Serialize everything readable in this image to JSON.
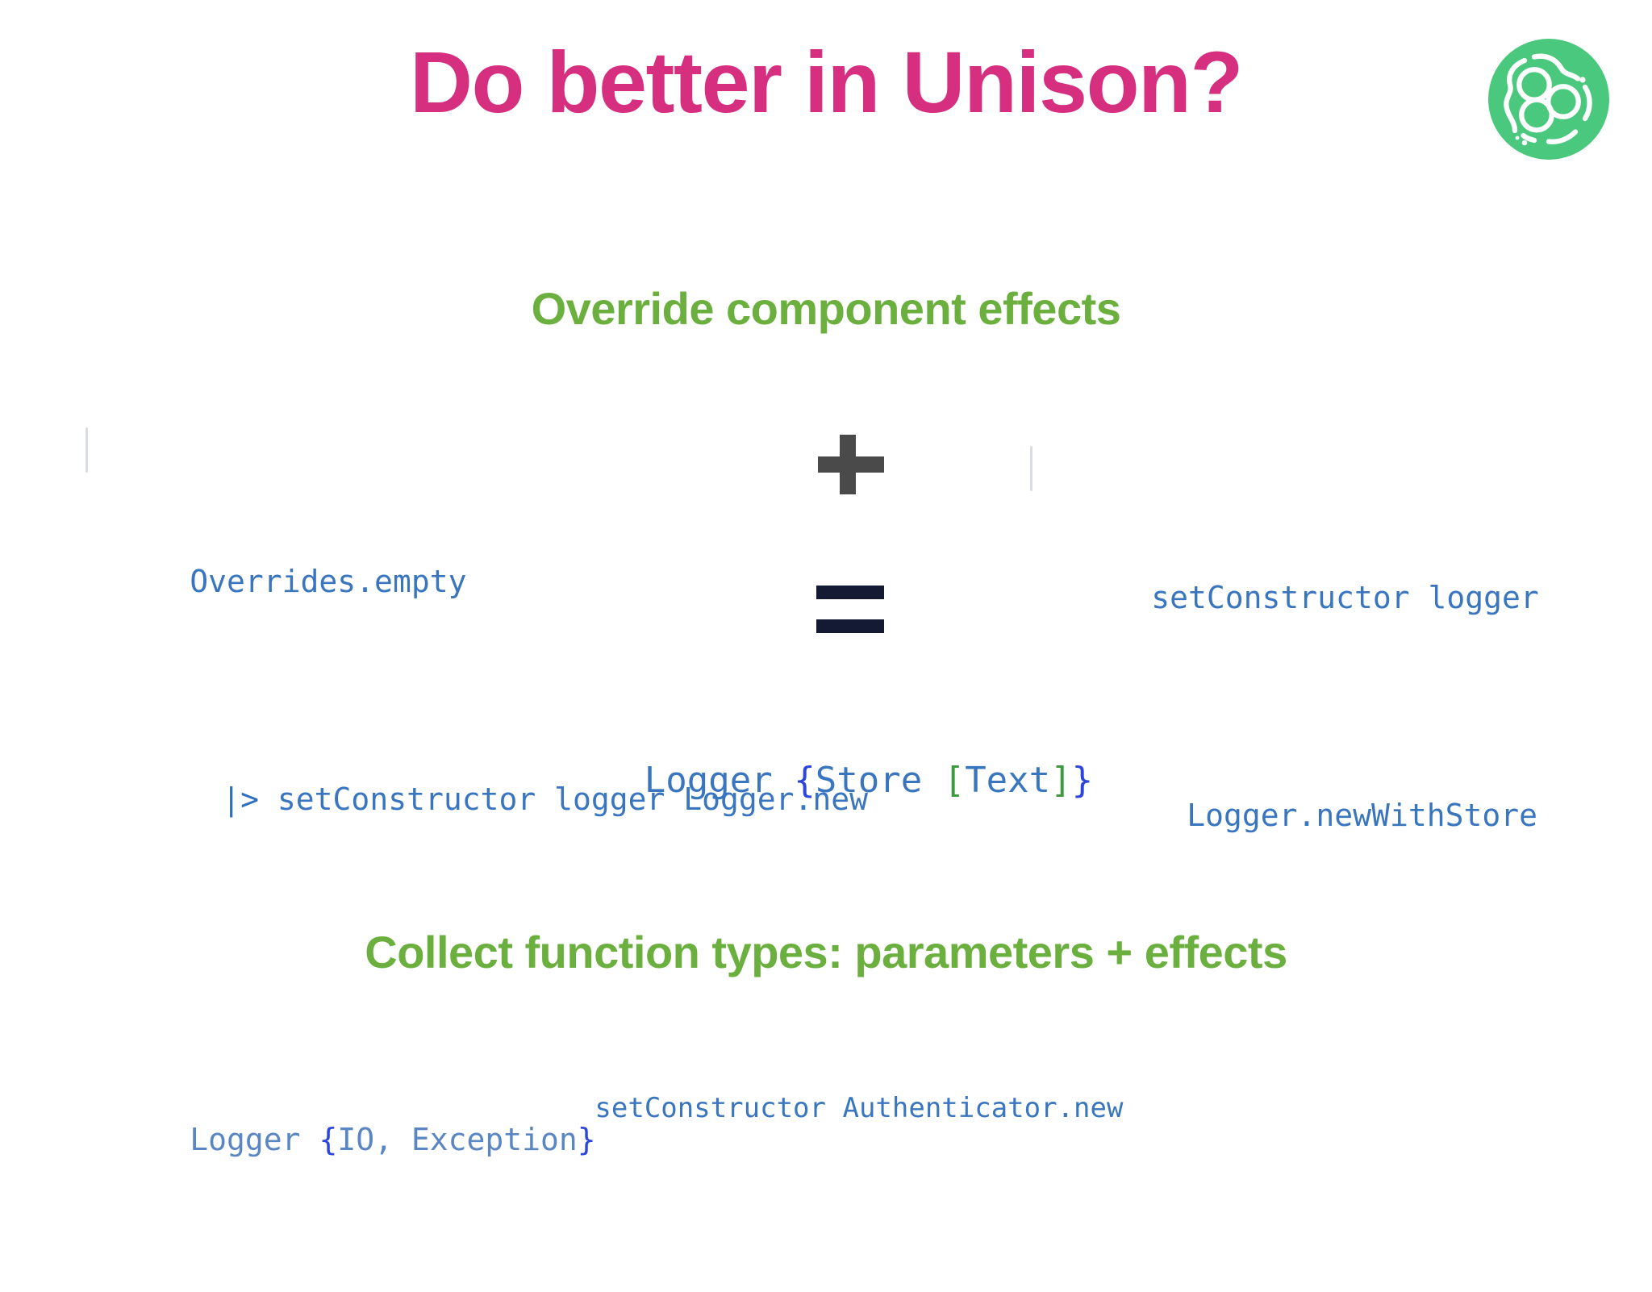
{
  "slide": {
    "background_color": "#ffffff",
    "title": "Do better in Unison?",
    "title_color": "#d62f7f"
  },
  "logo": {
    "name": "unison-logo",
    "circle_color": "#4ac97e",
    "mark_color": "#ffffff"
  },
  "sections": {
    "override": {
      "heading": "Override component effects",
      "heading_color": "#6bb03f"
    },
    "collect": {
      "heading": "Collect function types: parameters + effects",
      "heading_color": "#6bb03f"
    }
  },
  "code_left": {
    "line1": "Overrides.empty",
    "line2_op": "|>",
    "line2_rest": " setConstructor logger Logger.new",
    "line3_ident": "Logger ",
    "line3_open": "{",
    "line3_body": "IO, Exception",
    "line3_close": "}"
  },
  "operators": {
    "plus": "+",
    "plus_color": "#4a4a4a",
    "equals": "=",
    "equals_color": "#141a33"
  },
  "code_right": {
    "line1": "setConstructor logger",
    "line2": "Logger.newWithStore"
  },
  "code_result": {
    "ident": "Logger ",
    "brace_open": "{",
    "store": "Store ",
    "bracket_open": "[",
    "text": "Text",
    "bracket_close": "]",
    "brace_close": "}"
  },
  "code_bottom": {
    "line1": "setConstructor Authenticator.new"
  },
  "palette": {
    "code_blue": "#3a76bf",
    "brace_blue": "#2c45de",
    "bracket_green": "#3f9a3f",
    "guide_gray": "#d9dde2"
  }
}
